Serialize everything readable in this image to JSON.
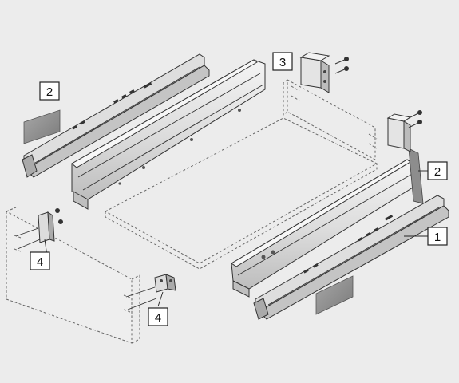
{
  "callouts": {
    "runner_right": "1",
    "front_cover_left": "2",
    "front_cover_right": "2",
    "rear_bracket": "3",
    "front_fixing_left": "4",
    "front_fixing_right": "4"
  },
  "colors": {
    "background": "#ececec",
    "part_light": "#e6e6e6",
    "part_mid": "#cfcfcf",
    "part_dark": "#8a8a8a",
    "cover_grey": "#909090",
    "outline": "#333333"
  }
}
